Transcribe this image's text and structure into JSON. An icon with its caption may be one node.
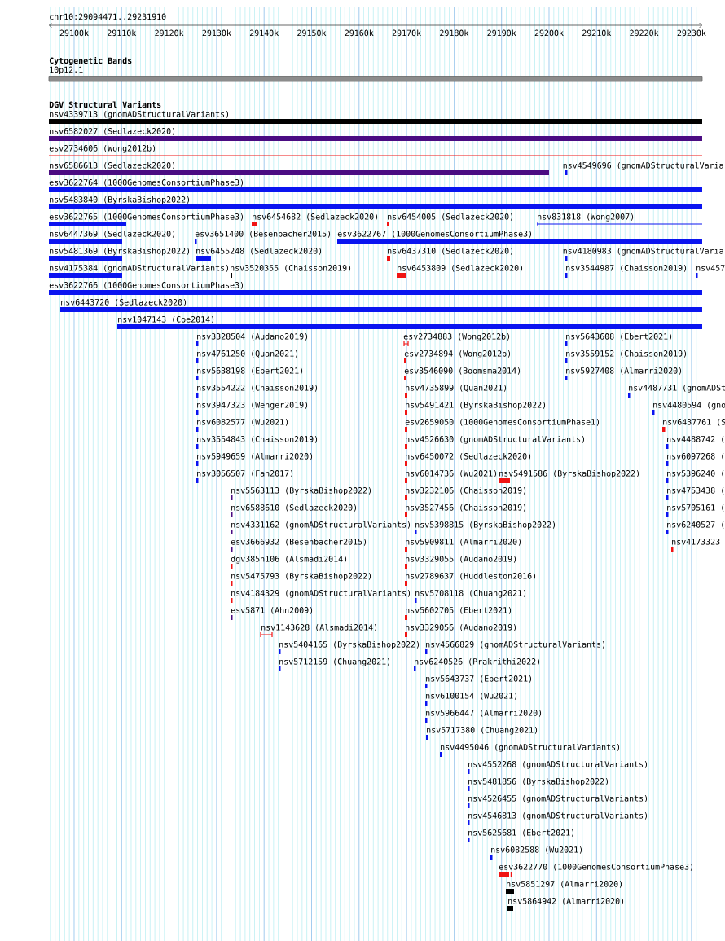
{
  "diagram": {
    "labels": [
      "chr10:29094471..29231910",
      "29100k",
      "29110k",
      "29120k",
      "29130k",
      "29140k",
      "29150k",
      "29160k",
      "29170k",
      "29180k",
      "29190k",
      "29200k",
      "29210k",
      "29220k",
      "29230k",
      "Cytogenetic Bands",
      "10p12.1",
      "DGV Structural Variants",
      "nsv4339713 (gnomADStructuralVariants)",
      "nsv6582027 (Sedlazeck2020)",
      "esv2734606 (Wong2012b)",
      "nsv6586613 (Sedlazeck2020)",
      "nsv4549696 (gnomADStructuralVaria",
      "esv3622764 (1000GenomesConsortiumPhase3)",
      "nsv5483840 (ByrskaBishop2022)",
      "esv3622765 (1000GenomesConsortiumPhase3)",
      "nsv6454682 (Sedlazeck2020)",
      "nsv6454005 (Sedlazeck2020)",
      "nsv831818 (Wong2007)",
      "nsv6447369 (Sedlazeck2020)",
      "esv3651400 (Besenbacher2015)",
      "esv3622767 (1000GenomesConsortiumPhase3)",
      "nsv5481369 (ByrskaBishop2022)",
      "nsv6455248 (Sedlazeck2020)",
      "nsv6437310 (Sedlazeck2020)",
      "nsv4180983 (gnomADStructuralVaria",
      "nsv4175384 (gnomADStructuralVariants)",
      "nsv3520355 (Chaisson2019)",
      "nsv6453809 (Sedlazeck2020)",
      "nsv3544987 (Chaisson2019)",
      "nsv457",
      "esv3622766 (1000GenomesConsortiumPhase3)",
      "nsv6443720 (Sedlazeck2020)",
      "nsv1047143 (Coe2014)",
      "nsv3328504 (Audano2019)",
      "esv2734883 (Wong2012b)",
      "nsv5643608 (Ebert2021)",
      "nsv4761250 (Quan2021)",
      "esv2734894 (Wong2012b)",
      "nsv3559152 (Chaisson2019)",
      "nsv5638198 (Ebert2021)",
      "esv3546090 (Boomsma2014)",
      "nsv5927408 (Almarri2020)",
      "nsv3554222 (Chaisson2019)",
      "nsv4735899 (Quan2021)",
      "nsv4487731 (gnomADSt",
      "nsv3947323 (Wenger2019)",
      "nsv5491421 (ByrskaBishop2022)",
      "nsv4480594 (gno",
      "nsv6082577 (Wu2021)",
      "esv2659050 (1000GenomesConsortiumPhase1)",
      "nsv6437761 (S",
      "nsv3554843 (Chaisson2019)",
      "nsv4526630 (gnomADStructuralVariants)",
      "nsv4488742 (",
      "nsv5949659 (Almarri2020)",
      "nsv6450072 (Sedlazeck2020)",
      "nsv6097268 (",
      "nsv3056507 (Fan2017)",
      "nsv6014736 (Wu2021)",
      "nsv5491586 (ByrskaBishop2022)",
      "nsv5396240 (",
      "nsv5563113 (ByrskaBishop2022)",
      "nsv3232106 (Chaisson2019)",
      "nsv4753438 (",
      "nsv6588610 (Sedlazeck2020)",
      "nsv3527456 (Chaisson2019)",
      "nsv5705161 (",
      "nsv4331162 (gnomADStructuralVariants)",
      "nsv5398815 (ByrskaBishop2022)",
      "nsv6240527 (",
      "esv3666932 (Besenbacher2015)",
      "nsv5909811 (Almarri2020)",
      "nsv4173323",
      "dgv385n106 (Alsmadi2014)",
      "nsv3329055 (Audano2019)",
      "nsv5475793 (ByrskaBishop2022)",
      "nsv2789637 (Huddleston2016)",
      "nsv4184329 (gnomADStructuralVariants)",
      "nsv5708118 (Chuang2021)",
      "esv5871 (Ahn2009)",
      "nsv5602705 (Ebert2021)",
      "nsv1143628 (Alsmadi2014)",
      "nsv3329056 (Audano2019)",
      "nsv5404165 (ByrskaBishop2022)",
      "nsv4566829 (gnomADStructuralVariants)",
      "nsv5712159 (Chuang2021)",
      "nsv6240526 (Prakrithi2022)",
      "nsv5643737 (Ebert2021)",
      "nsv6100154 (Wu2021)",
      "nsv5966447 (Almarri2020)",
      "nsv5717380 (Chuang2021)",
      "nsv4495046 (gnomADStructuralVariants)",
      "nsv4552268 (gnomADStructuralVariants)",
      "nsv5481856 (ByrskaBishop2022)",
      "nsv4526455 (gnomADStructuralVariants)",
      "nsv4546813 (gnomADStructuralVariants)",
      "nsv5625681 (Ebert2021)",
      "nsv6082588 (Wu2021)",
      "esv3622770 (1000GenomesConsortiumPhase3)",
      "nsv5851297 (Almarri2020)",
      "nsv5864942 (Almarri2020)"
    ]
  }
}
